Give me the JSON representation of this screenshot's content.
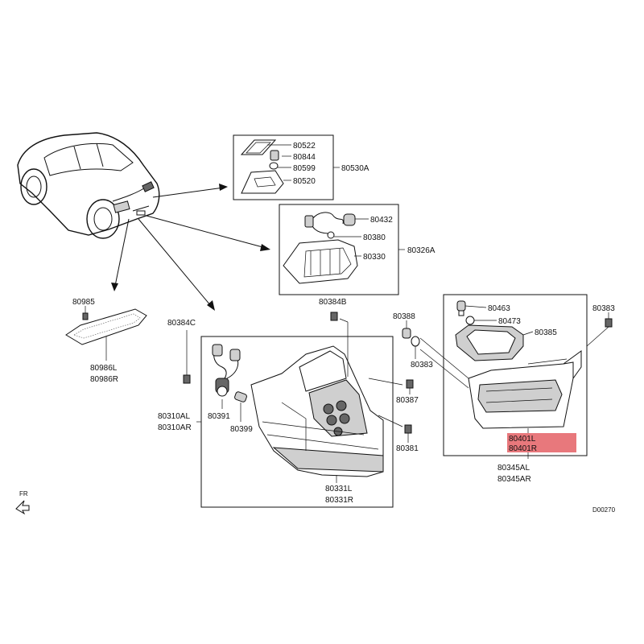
{
  "callouts": {
    "p80522": "80522",
    "p80844": "80844",
    "p80599": "80599",
    "p80520": "80520",
    "p80530A": "80530A",
    "p80432": "80432",
    "p80380": "80380",
    "p80330": "80330",
    "p80326A": "80326A",
    "p80985": "80985",
    "p80986L": "80986L",
    "p80986R": "80986R",
    "p80384C": "80384C",
    "p80310AL": "80310AL",
    "p80310AR": "80310AR",
    "p80384B": "80384B",
    "p80391": "80391",
    "p80399": "80399",
    "p80331L": "80331L",
    "p80331R": "80331R",
    "p80388": "80388",
    "p80383a": "80383",
    "p80387": "80387",
    "p80381": "80381",
    "p80463": "80463",
    "p80473": "80473",
    "p80385": "80385",
    "p80383b": "80383",
    "p80401L": "80401L",
    "p80401R": "80401R",
    "p80345AL": "80345AL",
    "p80345AR": "80345AR"
  },
  "front_marker": "FR",
  "diagram_code": "D00270",
  "highlight_color": "#e8787c"
}
